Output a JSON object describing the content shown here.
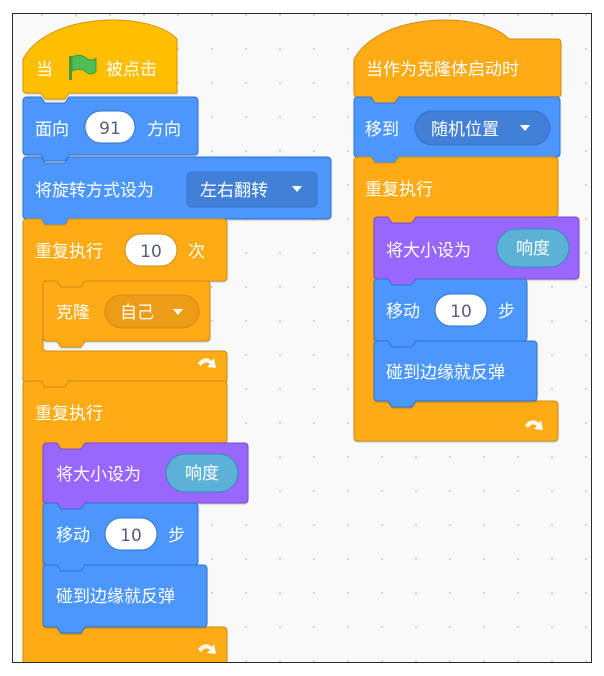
{
  "script_left": {
    "hat": {
      "prefix": "当",
      "flag_icon": "green-flag-icon",
      "suffix": "被点击"
    },
    "point_dir": {
      "label": "面向",
      "value": "91",
      "suffix": "方向"
    },
    "rotation": {
      "label": "将旋转方式设为",
      "value": "左右翻转"
    },
    "repeat": {
      "label": "重复执行",
      "count": "10",
      "suffix": "次"
    },
    "clone": {
      "label": "克隆",
      "value": "自己"
    },
    "forever": {
      "label": "重复执行"
    },
    "set_size": {
      "label": "将大小设为",
      "reporter": "响度"
    },
    "move": {
      "label": "移动",
      "value": "10",
      "suffix": "步"
    },
    "bounce": {
      "label": "碰到边缘就反弹"
    }
  },
  "script_right": {
    "hat": {
      "label": "当作为克隆体启动时"
    },
    "goto": {
      "label": "移到",
      "value": "随机位置"
    },
    "forever": {
      "label": "重复执行"
    },
    "set_size": {
      "label": "将大小设为",
      "reporter": "响度"
    },
    "move": {
      "label": "移动",
      "value": "10",
      "suffix": "步"
    },
    "bounce": {
      "label": "碰到边缘就反弹"
    }
  },
  "colors": {
    "events": "#ffbf00",
    "motion": "#4c97ff",
    "control": "#ffab19",
    "looks": "#9966ff",
    "sensing": "#5cb1d6",
    "flag": "#4cbf56"
  }
}
